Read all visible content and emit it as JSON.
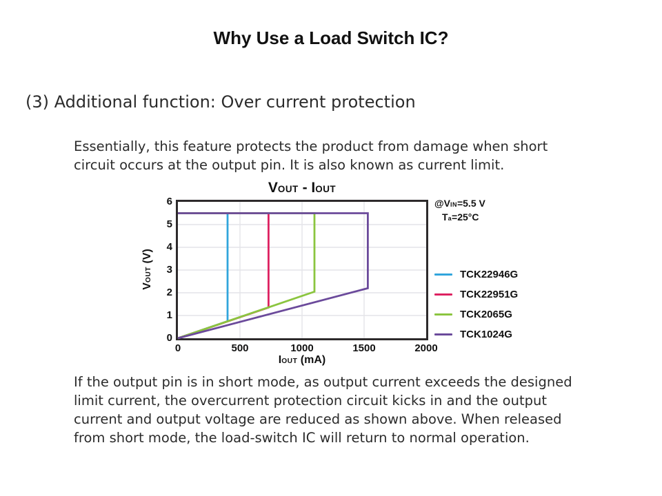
{
  "page": {
    "title": "Why Use a Load Switch IC?",
    "heading": "(3) Additional function: Over current protection",
    "paragraph1": "Essentially, this feature protects the product from damage when short\ncircuit occurs at the output pin. It is also known as current limit.",
    "paragraph2": "If the output pin is in short mode, as output current exceeds the designed\nlimit current, the overcurrent protection circuit kicks in and the output\ncurrent and output voltage are reduced as shown above. When released\nfrom short mode, the load-switch IC will return to normal operation."
  },
  "chart": {
    "title_v": "V",
    "title_v_sub": "OUT",
    "title_sep": " - ",
    "title_i": "I",
    "title_i_sub": "OUT",
    "ylabel_v": "V",
    "ylabel_sub": "OUT",
    "ylabel_unit": " (V)",
    "xlabel_i": "I",
    "xlabel_sub": "OUT",
    "xlabel_unit": " (mA)",
    "cond1_pre": "@V",
    "cond1_sub": "IN",
    "cond1_post": "=5.5 V",
    "cond2_pre": "T",
    "cond2_sub": "a",
    "cond2_post": "=25°C"
  },
  "chart_data": {
    "type": "line",
    "title": "VOUT - IOUT",
    "xlabel": "IOUT (mA)",
    "ylabel": "VOUT (V)",
    "xlim": [
      0,
      2000
    ],
    "ylim": [
      0,
      6
    ],
    "x_ticks": [
      0,
      500,
      1000,
      1500,
      2000
    ],
    "y_ticks": [
      0,
      1,
      2,
      3,
      4,
      5,
      6
    ],
    "grid": true,
    "grid_color": "#e4e4e8",
    "axis_color": "#2d2a2b",
    "conditions": [
      "@VIN=5.5 V",
      "Ta=25°C"
    ],
    "legend_position": "right-outside",
    "series": [
      {
        "name": "TCK22946G",
        "color": "#31a5dc",
        "current_limit_mA": 400,
        "points": [
          [
            0,
            5.5
          ],
          [
            400,
            5.5
          ],
          [
            400,
            0.75
          ],
          [
            0,
            0
          ]
        ]
      },
      {
        "name": "TCK22951G",
        "color": "#dd2161",
        "current_limit_mA": 730,
        "points": [
          [
            0,
            5.5
          ],
          [
            730,
            5.5
          ],
          [
            730,
            1.35
          ],
          [
            0,
            0
          ]
        ]
      },
      {
        "name": "TCK2065G",
        "color": "#8bc53f",
        "current_limit_mA": 1100,
        "points": [
          [
            0,
            5.5
          ],
          [
            1100,
            5.5
          ],
          [
            1100,
            2.05
          ],
          [
            0,
            0
          ]
        ]
      },
      {
        "name": "TCK1024G",
        "color": "#6b4a9b",
        "current_limit_mA": 1530,
        "points": [
          [
            0,
            5.5
          ],
          [
            1530,
            5.5
          ],
          [
            1530,
            2.2
          ],
          [
            0,
            0
          ]
        ]
      }
    ]
  }
}
